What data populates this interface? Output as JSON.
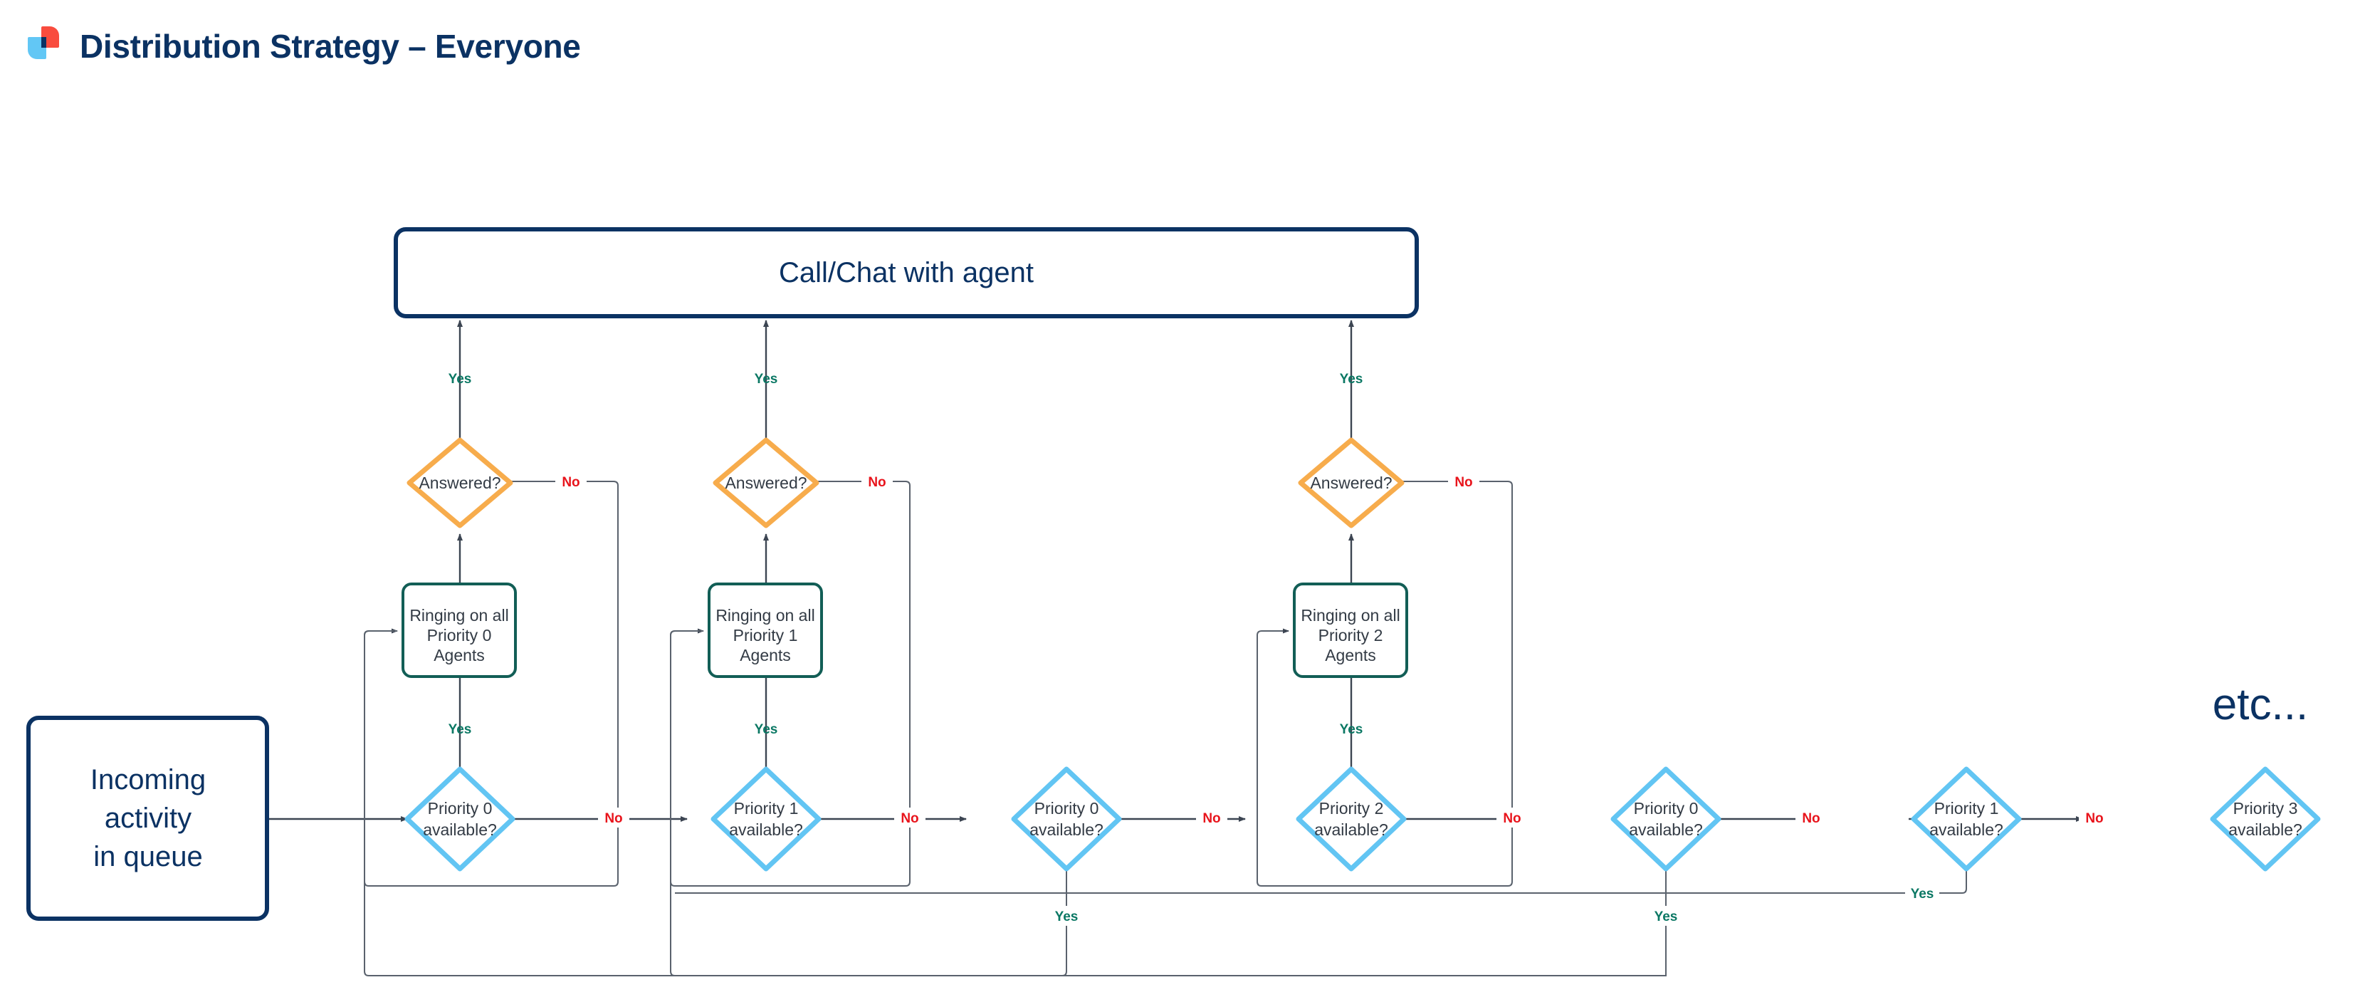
{
  "header": {
    "title": "Distribution Strategy – Everyone",
    "logo_name": "brand-logo",
    "logo_colors": {
      "red": "#f94c3e",
      "blue": "#62c7f5",
      "navy": "#0b3263"
    }
  },
  "colors": {
    "navy": "#0b3263",
    "teal_border": "#125e56",
    "orange_border": "#f7ac4c",
    "lightblue_border": "#62c5f3",
    "yes_label": "#0b7864",
    "no_label": "#e8141c",
    "line": "#3c4552",
    "node_text": "#333b45"
  },
  "labels": {
    "yes": "Yes",
    "no": "No",
    "etc": "etc..."
  },
  "nodes": {
    "start": {
      "name": "incoming-activity-in-queue",
      "lines": [
        "Incoming",
        "activity",
        "in queue"
      ]
    },
    "terminal": {
      "name": "call-chat-with-agent",
      "text": "Call/Chat with agent"
    },
    "ringing": [
      {
        "name": "ringing-priority-0-agents",
        "lines": [
          "Ringing on all",
          "Priority 0",
          "Agents"
        ]
      },
      {
        "name": "ringing-priority-1-agents",
        "lines": [
          "Ringing on all",
          "Priority 1",
          "Agents"
        ]
      },
      {
        "name": "ringing-priority-2-agents",
        "lines": [
          "Ringing on all",
          "Priority 2",
          "Agents"
        ]
      }
    ],
    "answered": [
      {
        "name": "answered-decision-1",
        "text": "Answered?"
      },
      {
        "name": "answered-decision-2",
        "text": "Answered?"
      },
      {
        "name": "answered-decision-3",
        "text": "Answered?"
      }
    ],
    "availability": [
      {
        "name": "priority-0-available-1",
        "lines": [
          "Priority 0",
          "available?"
        ]
      },
      {
        "name": "priority-1-available-1",
        "lines": [
          "Priority 1",
          "available?"
        ]
      },
      {
        "name": "priority-0-available-2",
        "lines": [
          "Priority 0",
          "available?"
        ]
      },
      {
        "name": "priority-2-available-1",
        "lines": [
          "Priority 2",
          "available?"
        ]
      },
      {
        "name": "priority-0-available-3",
        "lines": [
          "Priority 0",
          "available?"
        ]
      },
      {
        "name": "priority-1-available-2",
        "lines": [
          "Priority 1",
          "available?"
        ]
      },
      {
        "name": "priority-3-available-1",
        "lines": [
          "Priority 3",
          "available?"
        ]
      }
    ]
  },
  "edge_labels": {
    "yes_to_terminal": [
      "Yes",
      "Yes",
      "Yes"
    ],
    "no_from_answered": [
      "No",
      "No",
      "No"
    ],
    "yes_to_ringing": [
      "Yes",
      "Yes",
      "Yes"
    ],
    "no_between_availability": [
      "No",
      "No",
      "No",
      "No",
      "No",
      "No"
    ],
    "yes_return_bottom": [
      "Yes",
      "Yes",
      "Yes"
    ]
  }
}
